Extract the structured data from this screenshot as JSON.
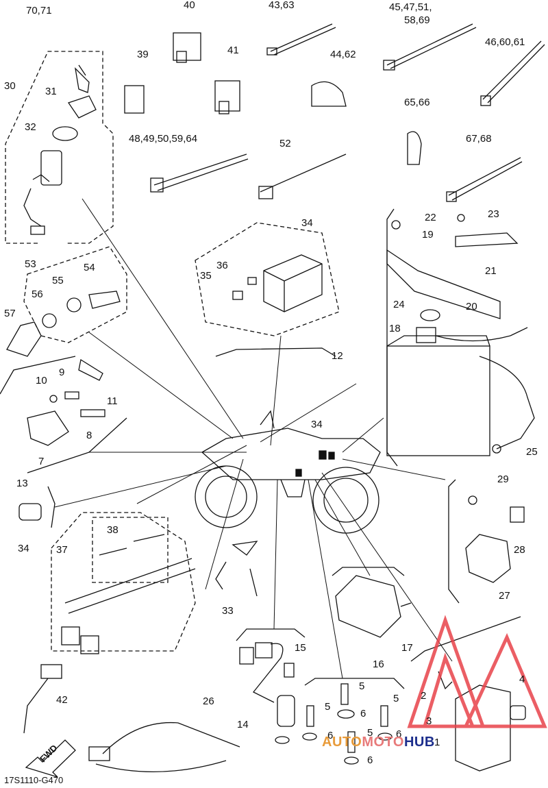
{
  "diagram": {
    "code": "17S1110-G470",
    "fwd_label": "FWD",
    "callouts": {
      "c70_71": "70,71",
      "c40": "40",
      "c43_63": "43,63",
      "c45_47": "45,47,51,",
      "c58_69": "58,69",
      "c39": "39",
      "c41": "41",
      "c44_62": "44,62",
      "c46_60": "46,60,61",
      "c30": "30",
      "c31": "31",
      "c32": "32",
      "c65_66": "65,66",
      "c48_64": "48,49,50,59,64",
      "c52": "52",
      "c67_68": "67,68",
      "c22": "22",
      "c23": "23",
      "c19": "19",
      "c21": "21",
      "c34a": "34",
      "c53": "53",
      "c54": "54",
      "c55": "55",
      "c56": "56",
      "c36": "36",
      "c35": "35",
      "c57": "57",
      "c24": "24",
      "c20": "20",
      "c18": "18",
      "c12": "12",
      "c10": "10",
      "c9": "9",
      "c11": "11",
      "c8": "8",
      "c7": "7",
      "c34b": "34",
      "c25": "25",
      "c13": "13",
      "c29": "29",
      "c38": "38",
      "c34c": "34",
      "c37": "37",
      "c28": "28",
      "c27": "27",
      "c33": "33",
      "c17": "17",
      "c16": "16",
      "c15": "15",
      "c4": "4",
      "c42": "42",
      "c26": "26",
      "c5a": "5",
      "c5b": "5",
      "c5c": "5",
      "c5d": "5",
      "c2": "2",
      "c3": "3",
      "c14": "14",
      "c6a": "6",
      "c6b": "6",
      "c6c": "6",
      "c6d": "6",
      "c1": "1"
    }
  },
  "watermark": {
    "part_a": "AUTO",
    "part_b": "MOTO",
    "part_c": "HUB",
    "color": "#e8424a"
  }
}
